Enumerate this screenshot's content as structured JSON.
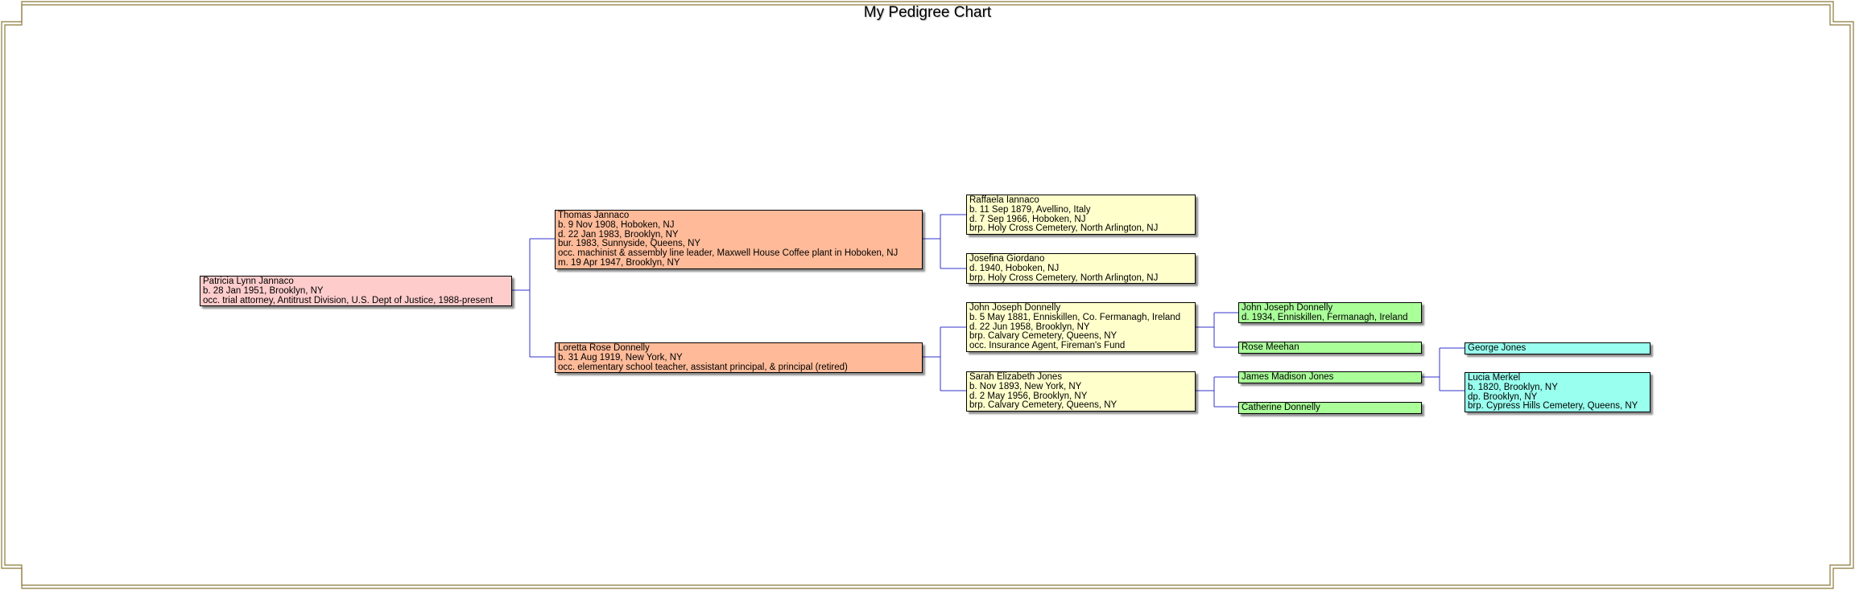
{
  "title": "My Pedigree Chart",
  "colors": {
    "generation1": "#ffcccc",
    "generation2": "#ffbb99",
    "generation3": "#ffffcc",
    "generation4": "#aaff99",
    "generation5": "#99ffee",
    "connector": "#3333cc",
    "frame": "#8b7a3a"
  },
  "people": {
    "patricia": [
      "Patricia Lynn Jannaco",
      "b. 28 Jan 1951, Brooklyn, NY",
      "occ. trial attorney, Antitrust Division, U.S. Dept of Justice, 1988-present"
    ],
    "thomas": [
      "Thomas Jannaco",
      "b. 9 Nov 1908, Hoboken, NJ",
      "d. 22 Jan 1983, Brooklyn, NY",
      "bur. 1983, Sunnyside, Queens, NY",
      "occ. machinist & assembly line leader, Maxwell House Coffee plant in Hoboken, NJ",
      "m. 19 Apr 1947, Brooklyn, NY"
    ],
    "loretta": [
      "Loretta Rose Donnelly",
      "b. 31 Aug 1919, New York, NY",
      "occ. elementary school teacher, assistant principal, & principal (retired)"
    ],
    "raffaela": [
      "Raffaela Iannaco",
      "b. 11 Sep 1879, Avellino, Italy",
      "d. 7 Sep 1966, Hoboken, NJ",
      "brp. Holy Cross Cemetery, North Arlington, NJ"
    ],
    "josefina": [
      "Josefina Giordano",
      "d. 1940, Hoboken, NJ",
      "brp. Holy Cross Cemetery, North Arlington, NJ"
    ],
    "john_joseph": [
      "John Joseph Donnelly",
      "b. 5 May 1881, Enniskillen, Co. Fermanagh, Ireland",
      "d. 22 Jun 1958, Brooklyn, NY",
      "brp. Calvary Cemetery, Queens, NY",
      "occ. Insurance Agent, Fireman's Fund"
    ],
    "sarah": [
      "Sarah Elizabeth Jones",
      "b. Nov 1893, New York, NY",
      "d. 2 May 1956, Brooklyn, NY",
      "brp. Calvary Cemetery, Queens, NY"
    ],
    "john_joseph_sr": [
      "John Joseph Donnelly",
      "d. 1934, Enniskillen, Fermanagh, Ireland"
    ],
    "rose": [
      "Rose Meehan"
    ],
    "james": [
      "James Madison Jones"
    ],
    "catherine": [
      "Catherine Donnelly"
    ],
    "george": [
      "George Jones"
    ],
    "lucia": [
      "Lucia Merkel",
      "b. 1820, Brooklyn, NY",
      "dp. Brooklyn, NY",
      "brp. Cypress Hills Cemetery, Queens, NY"
    ]
  }
}
